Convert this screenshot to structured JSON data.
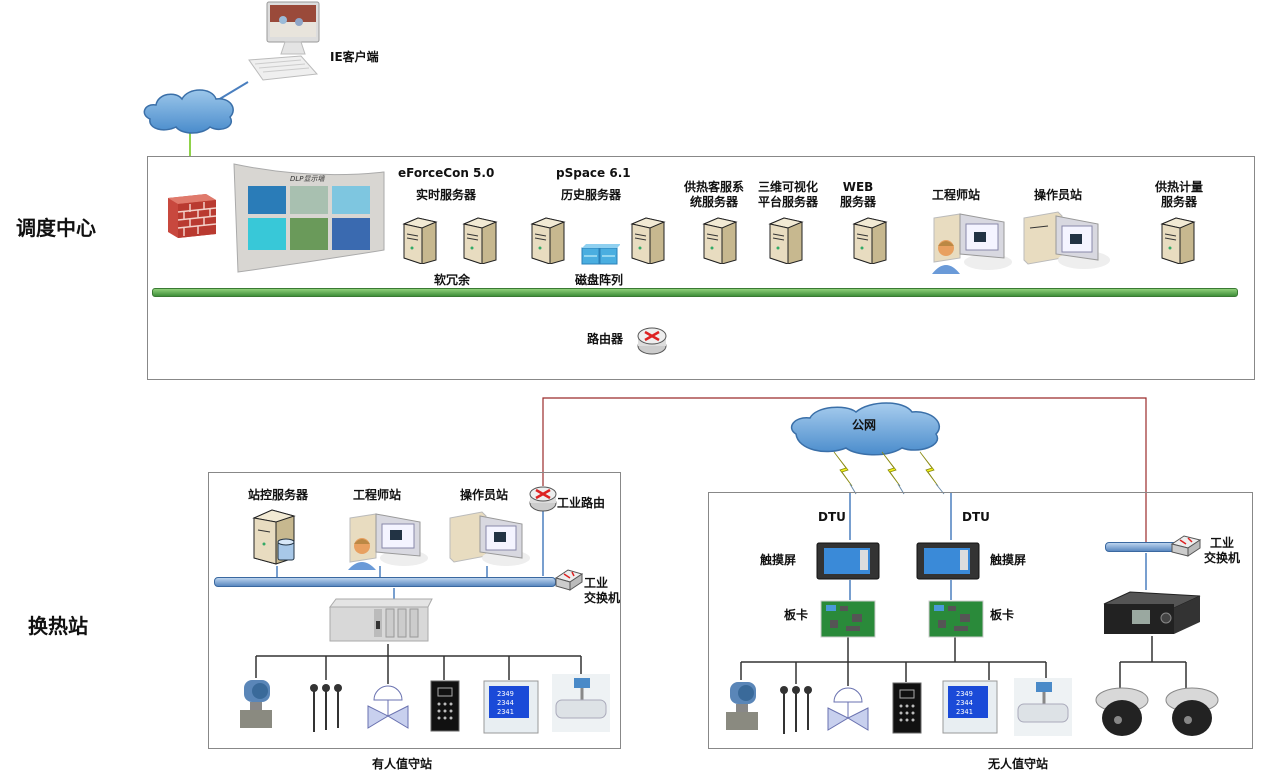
{
  "sections": {
    "dispatch_center": "调度中心",
    "heat_station": "换热站"
  },
  "ie_client": "IE客户端",
  "dispatch": {
    "dlp_wall": "DLP显示墙",
    "realtime_server": {
      "product": "eForceCon 5.0",
      "name": "实时服务器",
      "link_label": "软冗余"
    },
    "history_server": {
      "product": "pSpace 6.1",
      "name": "历史服务器",
      "link_label": "磁盘阵列"
    },
    "customer_service_server": [
      "供热客服系",
      "统服务器"
    ],
    "viz_3d_server": [
      "三维可视化",
      "平台服务器"
    ],
    "web_server": [
      "WEB",
      "服务器"
    ],
    "engineer_station": "工程师站",
    "operator_station": "操作员站",
    "metering_server": [
      "供热计量",
      "服务器"
    ],
    "router": "路由器"
  },
  "public_network": "公网",
  "attended_station": {
    "title": "有人值守站",
    "station_server": "站控服务器",
    "engineer_station": "工程师站",
    "operator_station": "操作员站",
    "industrial_router": "工业路由",
    "industrial_switch": [
      "工业",
      "交换机"
    ],
    "field_devices": [
      "pressure-transmitter",
      "temperature-sensors",
      "control-valve",
      "controller-panel",
      "power-meter",
      "flow-meter"
    ]
  },
  "unattended_station": {
    "title": "无人值守站",
    "dtu_labels": [
      "DTU",
      "DTU"
    ],
    "touchscreen_labels": [
      "触摸屏",
      "触摸屏"
    ],
    "board_labels": [
      "板卡",
      "板卡"
    ],
    "industrial_switch": [
      "工业",
      "交换机"
    ]
  },
  "colors": {
    "ethernet_bus": "#5fa84a",
    "station_bus": "#6a94c8",
    "wan_link": "#9b2b2b",
    "server_body": "#e8dcc0"
  }
}
